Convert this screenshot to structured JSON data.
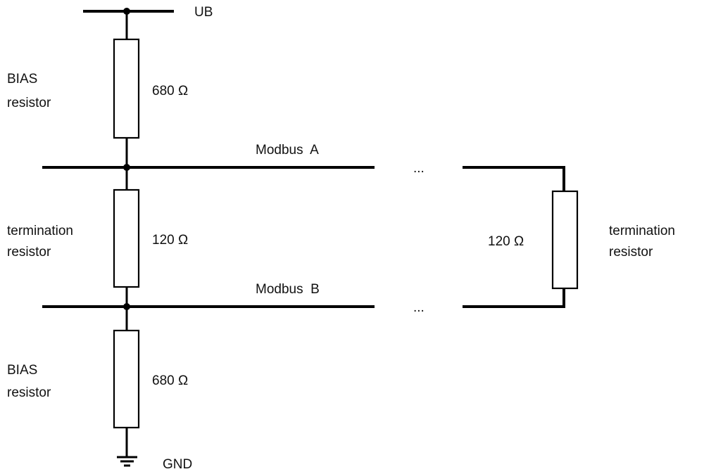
{
  "labels": {
    "ub": "UB",
    "gnd": "GND",
    "modbus_a": "Modbus  A",
    "modbus_b": "Modbus  B",
    "ellipsis_a": "...",
    "ellipsis_b": "...",
    "bias_top": {
      "line1": "BIAS",
      "line2": "resistor",
      "value": "680 Ω"
    },
    "termination_left": {
      "line1": "termination",
      "line2": "resistor",
      "value": "120 Ω"
    },
    "termination_right": {
      "line1": "termination",
      "line2": "resistor",
      "value": "120 Ω"
    },
    "bias_bottom": {
      "line1": "BIAS",
      "line2": "resistor",
      "value": "680 Ω"
    }
  }
}
